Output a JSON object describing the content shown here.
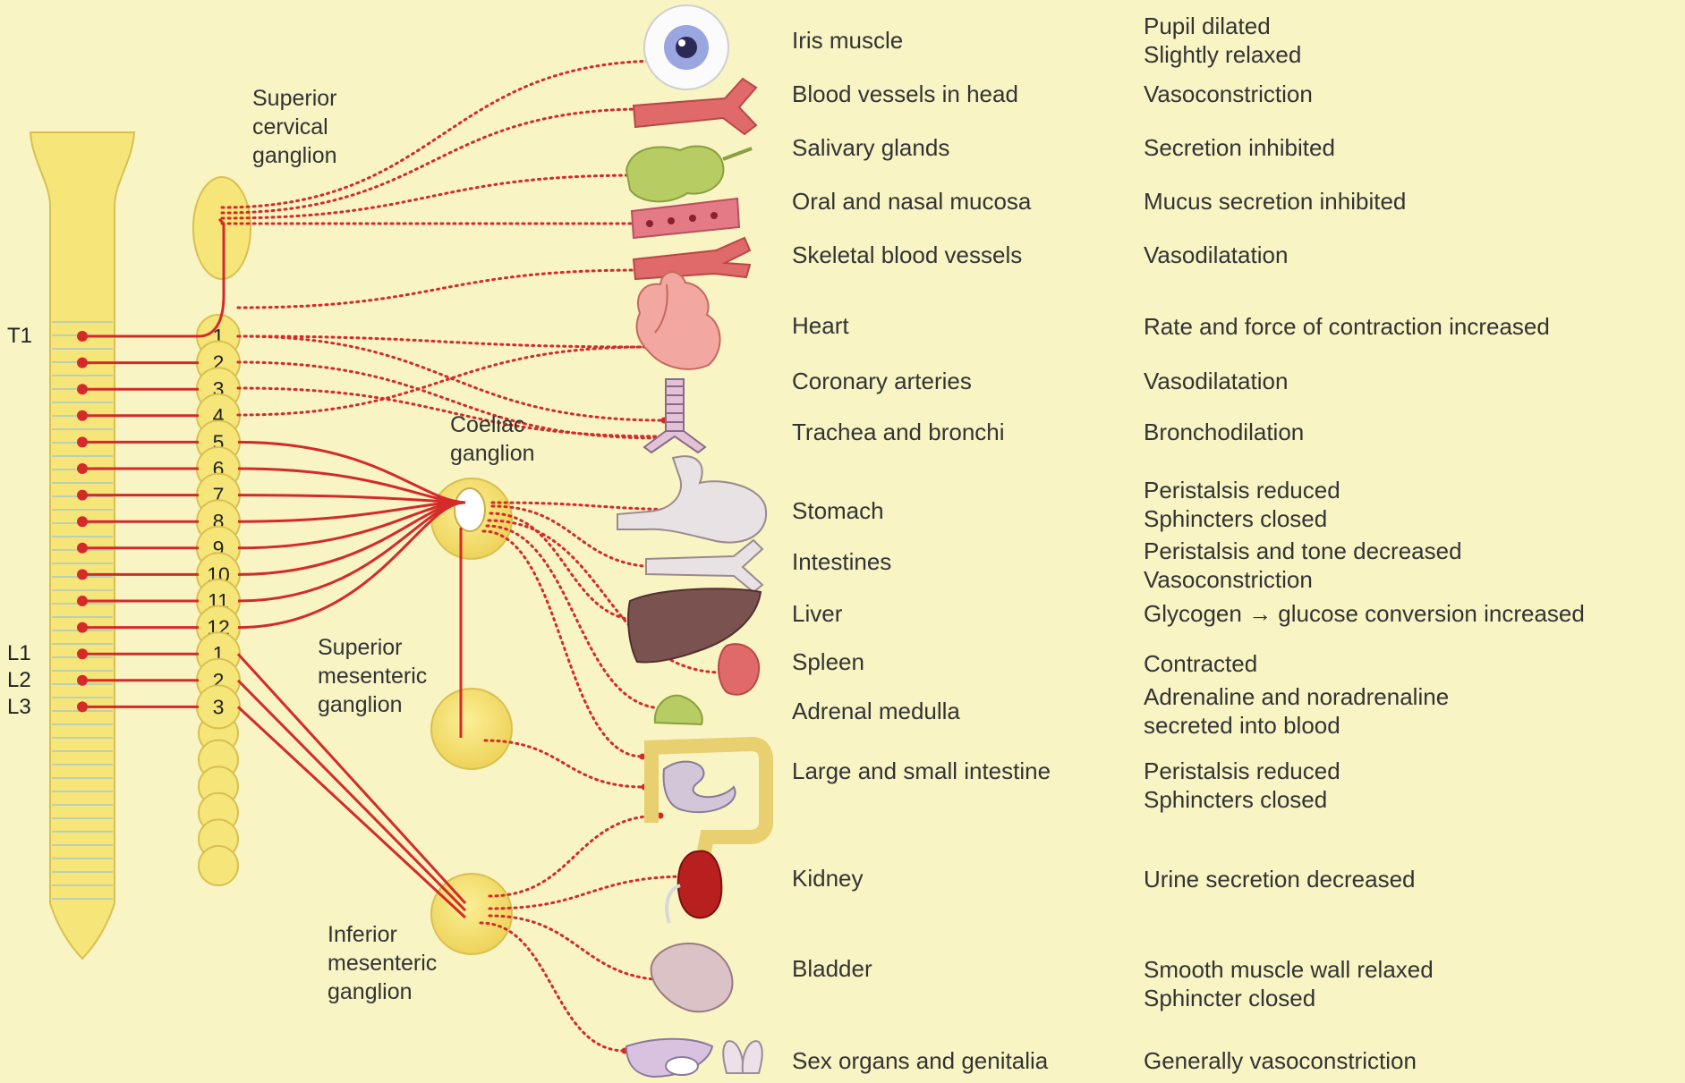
{
  "chain_numbers": [
    "1",
    "2",
    "3",
    "4",
    "5",
    "6",
    "7",
    "8",
    "9",
    "10",
    "11",
    "12",
    "1",
    "2",
    "3"
  ],
  "segment_labels": {
    "t1": "T1",
    "l1": "L1",
    "l2": "L2",
    "l3": "L3"
  },
  "ganglia": {
    "superior_cervical": [
      "Superior",
      "cervical",
      "ganglion"
    ],
    "coeliac": [
      "Coeliac",
      "ganglion"
    ],
    "superior_mesenteric": [
      "Superior",
      "mesenteric",
      "ganglion"
    ],
    "inferior_mesenteric": [
      "Inferior",
      "mesenteric",
      "ganglion"
    ]
  },
  "organs": [
    {
      "name": "Iris muscle",
      "icon": "eye-icon",
      "effect": [
        "Pupil dilated",
        "Slightly relaxed"
      ]
    },
    {
      "name": "Blood vessels in head",
      "icon": "blood-vessel-icon",
      "effect": [
        "Vasoconstriction"
      ]
    },
    {
      "name": "Salivary glands",
      "icon": "salivary-gland-icon",
      "effect": [
        "Secretion inhibited"
      ]
    },
    {
      "name": "Oral and nasal mucosa",
      "icon": "mucosa-icon",
      "effect": [
        "Mucus secretion inhibited"
      ]
    },
    {
      "name": "Skeletal blood vessels",
      "icon": "skeletal-vessel-icon",
      "effect": [
        "Vasodilatation"
      ]
    },
    {
      "name": "Heart",
      "icon": "heart-icon",
      "effect": [
        "Rate and force of contraction increased"
      ]
    },
    {
      "name": "Coronary arteries",
      "icon": "",
      "effect": [
        "Vasodilatation"
      ]
    },
    {
      "name": "Trachea and bronchi",
      "icon": "trachea-icon",
      "effect": [
        "Bronchodilation"
      ]
    },
    {
      "name": "Stomach",
      "icon": "stomach-icon",
      "effect": [
        "Peristalsis reduced",
        "Sphincters closed"
      ]
    },
    {
      "name": "Intestines",
      "icon": "intestine-icon",
      "effect": [
        "Peristalsis and tone decreased",
        "Vasoconstriction"
      ]
    },
    {
      "name": "Liver",
      "icon": "liver-icon",
      "effect": [
        "Glycogen → glucose conversion increased"
      ]
    },
    {
      "name": "Spleen",
      "icon": "spleen-icon",
      "effect": [
        "Contracted"
      ]
    },
    {
      "name": "Adrenal medulla",
      "icon": "adrenal-icon",
      "effect": [
        "Adrenaline and noradrenaline",
        "secreted into blood"
      ]
    },
    {
      "name": "Large and small intestine",
      "icon": "bowel-icon",
      "effect": [
        "Peristalsis reduced",
        "Sphincters closed"
      ]
    },
    {
      "name": "Kidney",
      "icon": "kidney-icon",
      "effect": [
        "Urine secretion decreased"
      ]
    },
    {
      "name": "Bladder",
      "icon": "bladder-icon",
      "effect": [
        "Smooth muscle wall relaxed",
        "Sphincter closed"
      ]
    },
    {
      "name": "Sex organs and genitalia",
      "icon": "genitalia-icon",
      "effect": [
        "Generally vasoconstriction"
      ]
    }
  ],
  "colors": {
    "background": "#f8f4c4",
    "cord_fill": "#f6e67a",
    "nerve": "#d42a2a",
    "ganglion_fill": "#f2df6a"
  }
}
